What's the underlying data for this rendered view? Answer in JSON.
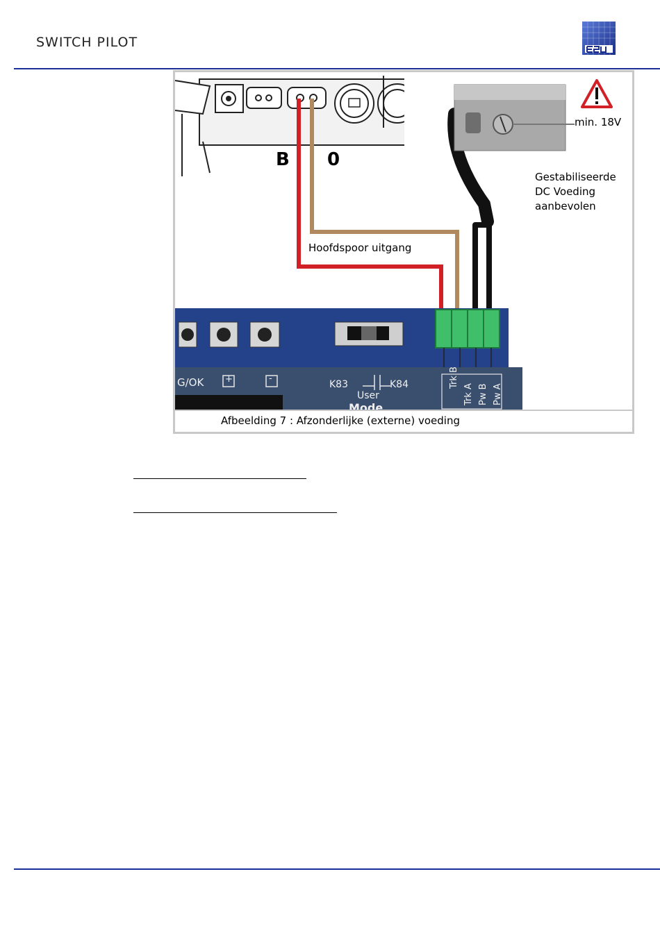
{
  "header": {
    "brand_text": "SWITCH PILOT",
    "logo_lettering": "ESU"
  },
  "figure": {
    "label_b": "B",
    "label_0": "0",
    "label_min_voltage": "min. 18V",
    "label_supply_1": "Gestabiliseerde",
    "label_supply_2": "DC Voeding",
    "label_supply_3": "aanbevolen",
    "label_track_output": "Hoofdspoor uitgang",
    "board_button_label": "G/OK",
    "board_plus": "+",
    "board_minus": "-",
    "board_k83": "K83",
    "board_k84": "K84",
    "board_user": "User",
    "board_mode": "Mode",
    "terminal_labels": [
      "Trk B",
      "Trk A",
      "Pw B",
      "Pw A"
    ],
    "caption": "Afbeelding 7 : Afzonderlijke (externe) voeding"
  },
  "colors": {
    "rule": "#1a2e9a",
    "wire_red": "#d22027",
    "wire_brown": "#b08a5e",
    "board_blue": "#24428a",
    "terminal_green": "#3fbf6a"
  }
}
